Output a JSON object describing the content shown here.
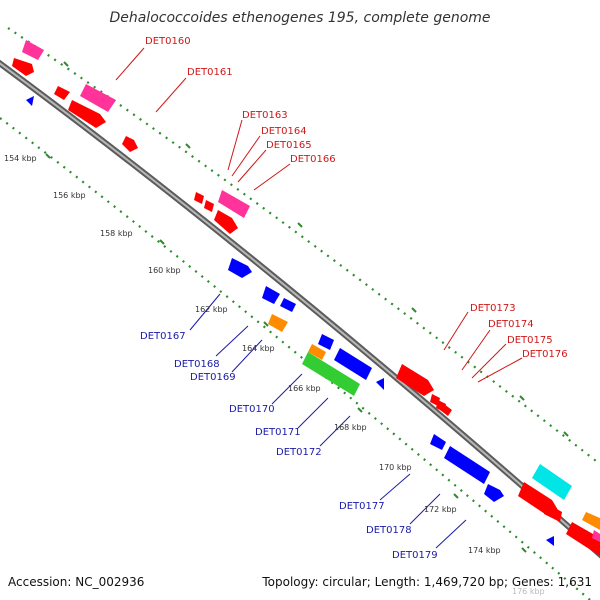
{
  "title": "Dehalococcoides ethenogenes 195, complete genome",
  "footer": {
    "accession": "Accession: NC_002936",
    "topology": "Topology: circular; Length: 1,469,720 bp; Genes: 1,631"
  },
  "colors": {
    "forward_gene": "#ff0000",
    "reverse_gene": "#0000ff",
    "pink_gene": "#ff3399",
    "orange_gene": "#ff8c00",
    "green_gene": "#33cc33",
    "cyan_gene": "#00e5e5",
    "backbone": "#808080",
    "tick": "#2e8b2e",
    "forward_label": "#d01818",
    "reverse_label": "#1a1aa8"
  },
  "forward_labels": [
    "DET0160",
    "DET0161",
    "DET0163",
    "DET0164",
    "DET0165",
    "DET0166",
    "DET0173",
    "DET0174",
    "DET0175",
    "DET0176"
  ],
  "reverse_labels": [
    "DET0167",
    "DET0168",
    "DET0169",
    "DET0170",
    "DET0171",
    "DET0172",
    "DET0177",
    "DET0178",
    "DET0179"
  ],
  "kbp_ticks": [
    "154 kbp",
    "156 kbp",
    "158 kbp",
    "160 kbp",
    "162 kbp",
    "164 kbp",
    "166 kbp",
    "168 kbp",
    "170 kbp",
    "172 kbp",
    "174 kbp",
    "176 kbp"
  ]
}
